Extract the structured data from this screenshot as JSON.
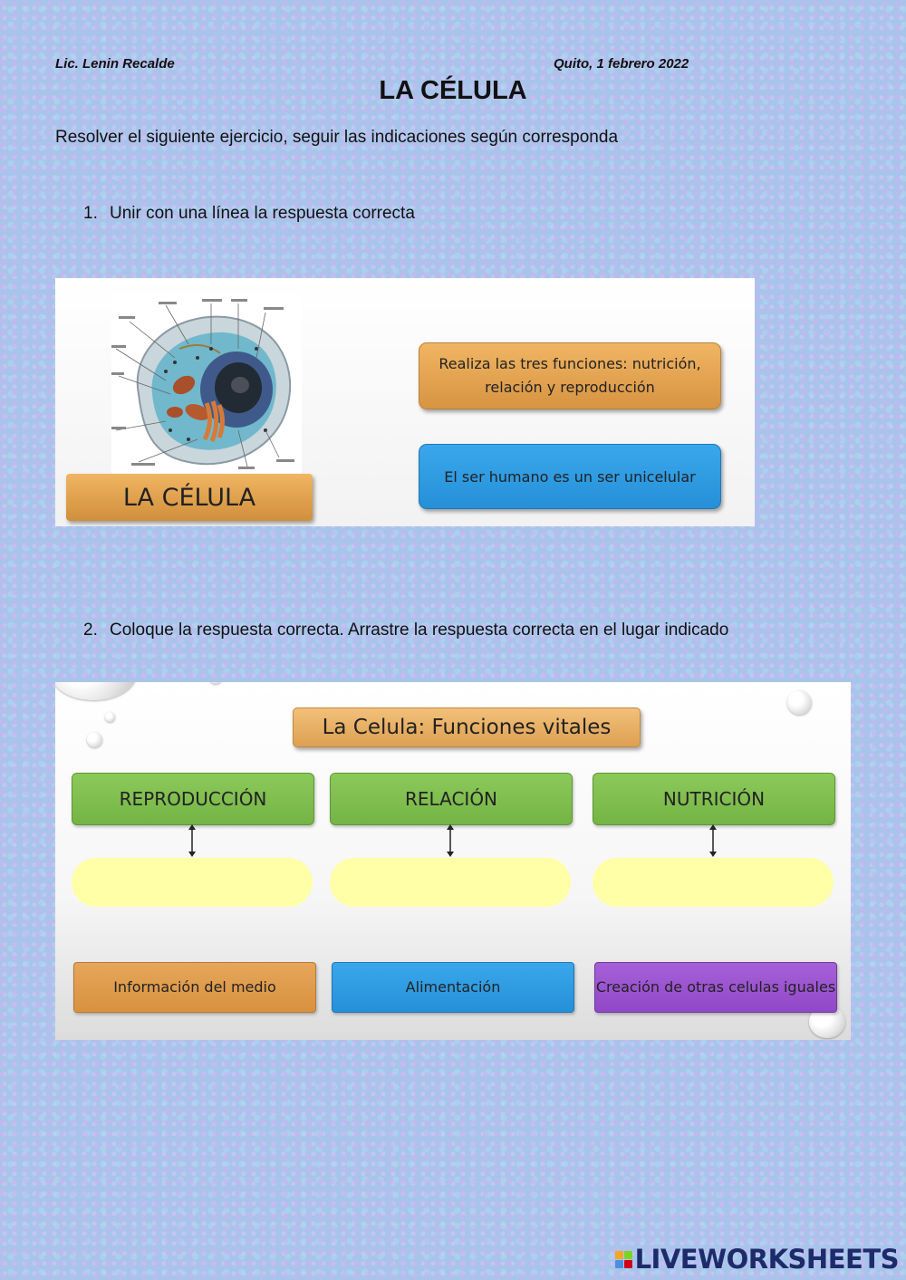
{
  "header": {
    "author": "Lic. Lenin Recalde",
    "date": "Quito, 1 febrero 2022",
    "title": "LA CÉLULA",
    "instruction": "Resolver el siguiente ejercicio, seguir las indicaciones según corresponda"
  },
  "exercise1": {
    "number": "1.",
    "prompt": "Unir con una línea la respuesta correcta",
    "label": "LA CÉLULA",
    "options": [
      "Realiza las tres funciones: nutrición, relación y reproducción",
      "El ser humano es un ser unicelular"
    ],
    "colors": {
      "orange": "#e3a14f",
      "blue": "#2f9be4"
    }
  },
  "exercise2": {
    "number": "2.",
    "prompt": "Coloque la respuesta correcta. Arrastre la respuesta correcta en el lugar indicado",
    "title": "La Celula: Funciones vitales",
    "categories": [
      "REPRODUCCIÓN",
      "RELACIÓN",
      "NUTRICIÓN"
    ],
    "answers": [
      "Información del medio",
      "Alimentación",
      "Creación de otras celulas iguales"
    ],
    "colors": {
      "green": "#7fbf4f",
      "drop": "#ffffa8",
      "purple": "#9b52d0"
    }
  },
  "brand": {
    "name": "LIVEWORKSHEETS",
    "icon": "liveworksheets-logo-icon"
  }
}
